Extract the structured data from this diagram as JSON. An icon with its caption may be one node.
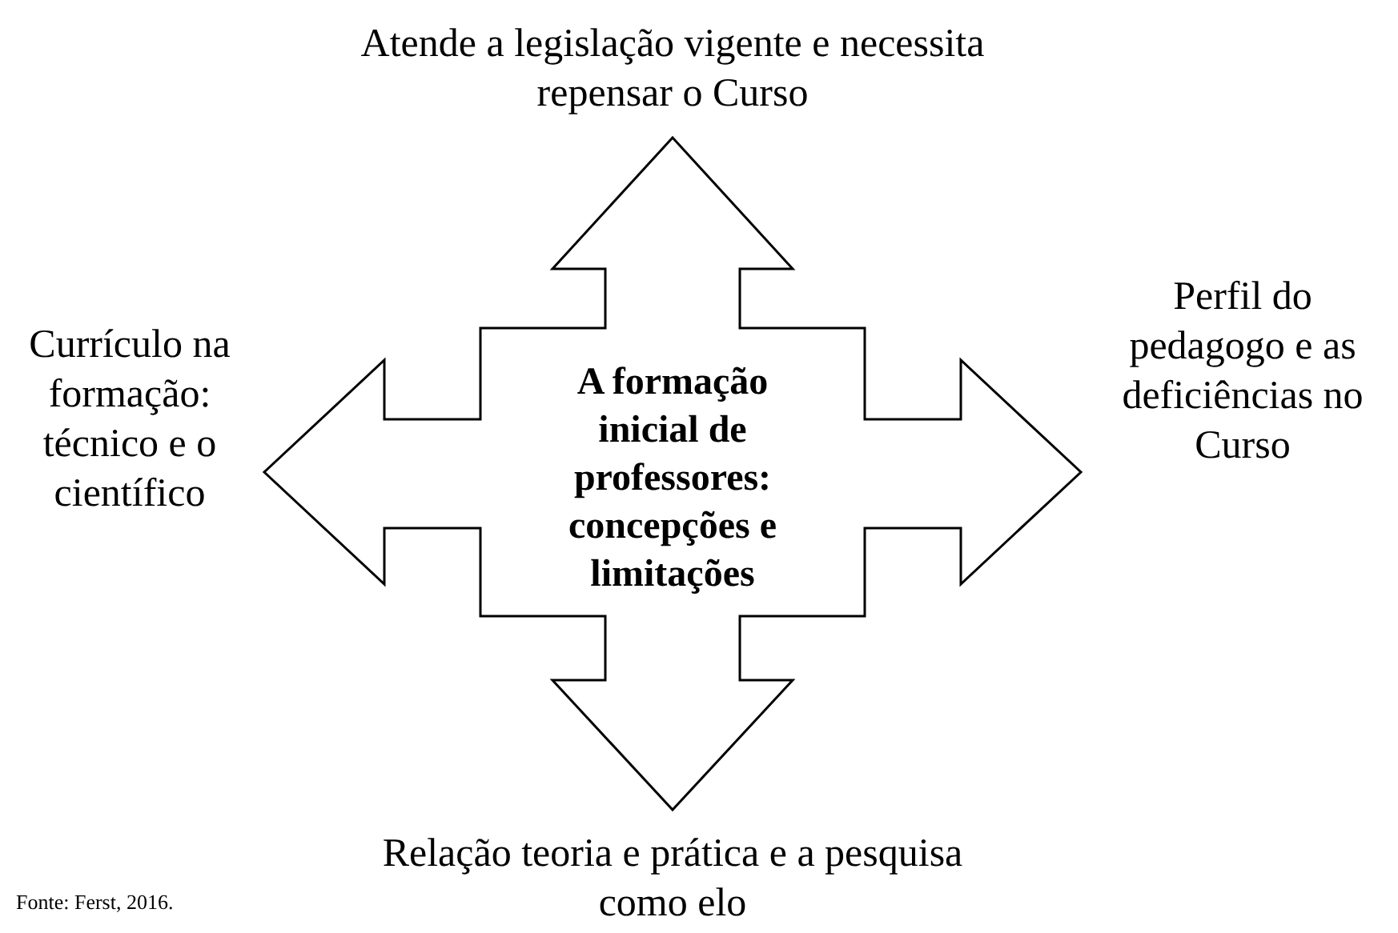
{
  "diagram": {
    "nodes": [
      {
        "text": [
          "A formação inicial de professores: concepções e limitações"
        ]
      }
    ],
    "labels": [
      "Atende a legislação vigente e necessita repensar o Curso",
      "Currículo na formação: técnico e o científico",
      "Perfil do pedagogo e as deficiências no Curso",
      "Relação teoria e prática e a pesquisa como elo",
      "Fonte: Ferst, 2016."
    ]
  }
}
